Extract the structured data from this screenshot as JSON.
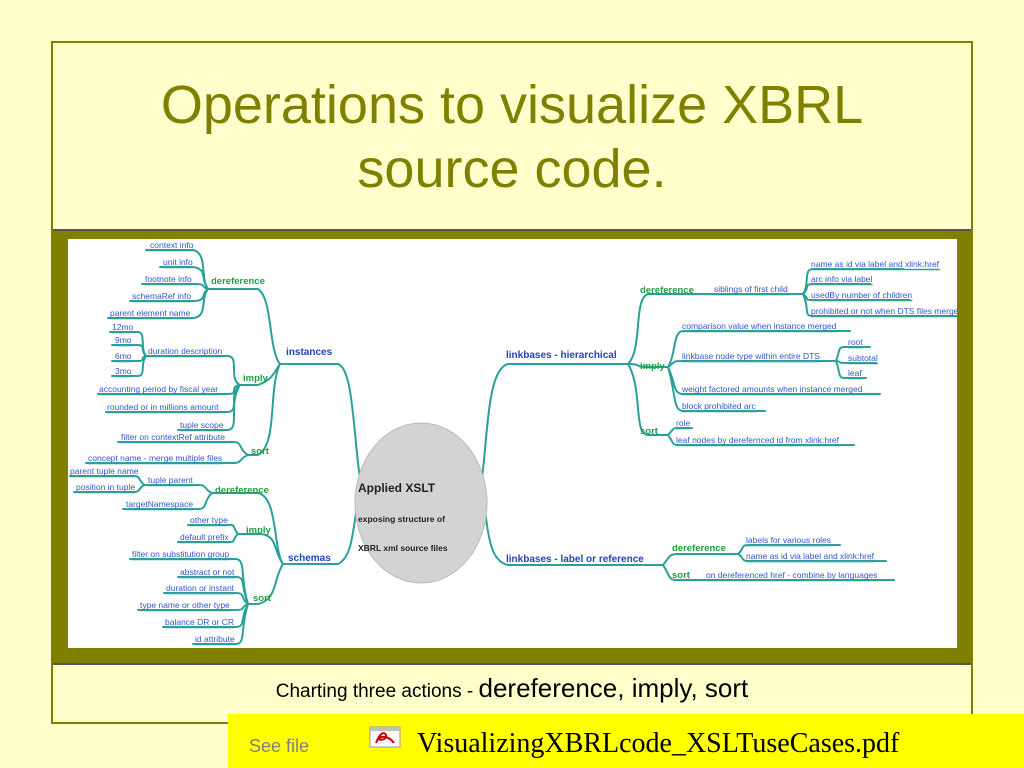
{
  "slide": {
    "title_line1": "Operations to visualize XBRL",
    "title_line2": "source code.",
    "caption_small": "Charting three actions - ",
    "caption_big": "dereference, imply, sort",
    "see_file": "See file",
    "file_name": "VisualizingXBRLcode_XSLTuseCases.pdf"
  },
  "mindmap": {
    "center": {
      "line1": "Applied XSLT",
      "line2": "exposing structure of",
      "line3": "XBRL xml source files"
    },
    "hubs": {
      "instances": "instances",
      "schemas": "schemas",
      "linkbases_hier": "linkbases - hierarchical",
      "linkbases_label": "linkbases - label or reference"
    },
    "categories": {
      "inst_deref": "dereference",
      "inst_imply": "imply",
      "inst_sort": "sort",
      "sch_deref": "dereference",
      "sch_imply": "imply",
      "sch_sort": "sort",
      "hier_deref": "dereference",
      "hier_imply": "imply",
      "hier_sort": "sort",
      "lab_deref": "dereference",
      "lab_sort": "sort"
    },
    "instances": {
      "deref": [
        "context info",
        "unit info",
        "footnote info",
        "schemaRef info",
        "parent element name"
      ],
      "duration": "duration description",
      "duration_sub": [
        "12mo",
        "9mo",
        "6mo",
        "3mo"
      ],
      "imply_more": [
        "accounting period by fiscal year",
        "rounded or in millions amount",
        "tuple scope"
      ],
      "sort": [
        "filter on contextRef attribute",
        "concept name - merge multiple files"
      ]
    },
    "schemas": {
      "tuple_parent": "tuple parent",
      "tuple_sub": [
        "parent tuple name",
        "position in tuple"
      ],
      "deref_more": "targetNamespace",
      "imply": [
        "other type",
        "default prefix"
      ],
      "sort": [
        "filter on substitution group",
        "abstract or not",
        "duration or instant",
        "type name or other type",
        "balance DR or CR",
        "id attribute"
      ]
    },
    "hier": {
      "siblings": "siblings of first child",
      "siblings_sub": [
        "name as id via label and xlink:href",
        "arc info via label",
        "usedBy number of children",
        "prohibited or not when DTS files merged"
      ],
      "imply_comparison": "comparison value when instance merged",
      "node_type": "linkbase node type within entire DTS",
      "node_type_sub": [
        "root",
        "subtotal",
        "leaf"
      ],
      "imply_more": [
        "weight factored amounts when instance merged",
        "block prohibited arc"
      ],
      "sort": [
        "role",
        "leaf nodes by derefernced id from xlink:href"
      ]
    },
    "label": {
      "deref": [
        "labels for various roles",
        "name as id via label and xlink:href"
      ],
      "sort": [
        "on dereferenced href - combine by languages"
      ]
    }
  }
}
